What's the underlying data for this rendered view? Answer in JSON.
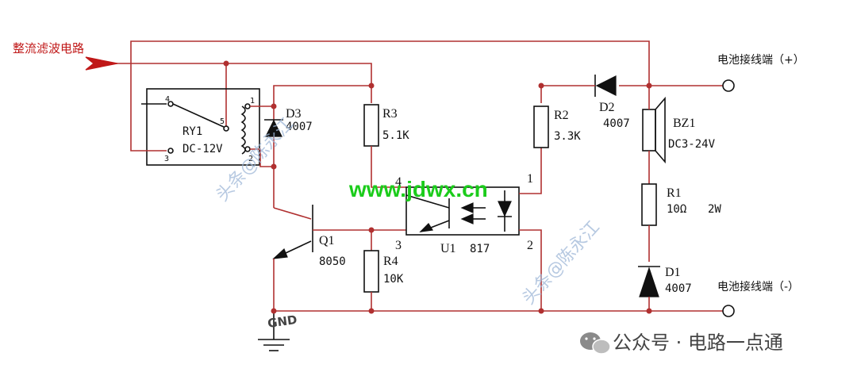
{
  "input_label": "整流滤波电路",
  "battery_pos": "电池接线端（+）",
  "battery_neg": "电池接线端（-）",
  "gnd": "GND",
  "relay": {
    "name": "RY1",
    "spec": "DC-12V",
    "pins": [
      "4",
      "5",
      "1",
      "3",
      "2"
    ]
  },
  "d3": {
    "name": "D3",
    "value": "4007"
  },
  "r3": {
    "name": "R3",
    "value": "5.1K"
  },
  "r2": {
    "name": "R2",
    "value": "3.3K"
  },
  "d2": {
    "name": "D2",
    "value": "4007"
  },
  "bz1": {
    "name": "BZ1",
    "value": "DC3-24V"
  },
  "r1": {
    "name": "R1",
    "value": "10Ω",
    "power": "2W"
  },
  "d1": {
    "name": "D1",
    "value": "4007"
  },
  "q1": {
    "name": "Q1",
    "value": "8050"
  },
  "r4": {
    "name": "R4",
    "value": "10K"
  },
  "u1": {
    "name": "U1",
    "value": "817",
    "pins": [
      "4",
      "1",
      "3",
      "2"
    ]
  },
  "site": "www.jdwx.cn",
  "watermark": "头条@陈永江",
  "footer": "公众号 · 电路一点通"
}
